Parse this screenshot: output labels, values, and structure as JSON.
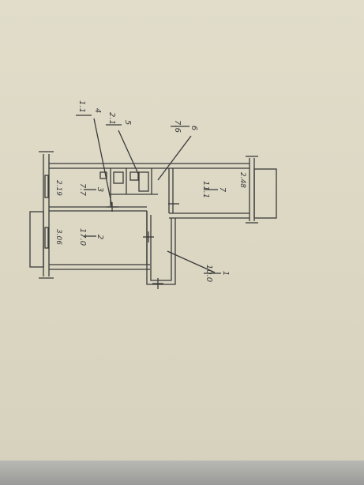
{
  "rooms": [
    {
      "number": "1",
      "area": "10.0"
    },
    {
      "number": "2",
      "area": "17.0"
    },
    {
      "number": "3",
      "area": "7.7"
    },
    {
      "number": "4",
      "area": "1.1"
    },
    {
      "number": "5",
      "area": "2.1"
    },
    {
      "number": "6",
      "area": "7.6"
    },
    {
      "number": "7",
      "area": "11.1"
    }
  ],
  "dimensions": {
    "kitchen_width": "2.19",
    "living_width": "3.06",
    "bedroom_width": "2.48"
  },
  "colors": {
    "paper": "#ddd9c6",
    "ink": "#3a3a3a",
    "desk": "#a8a8a6"
  }
}
